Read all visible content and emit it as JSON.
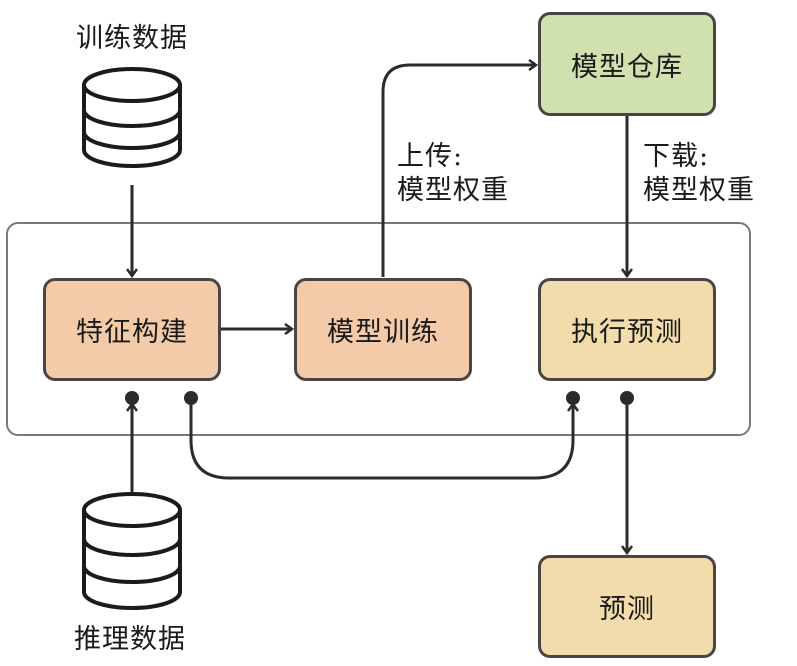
{
  "diagram": {
    "data_sources": {
      "training": "训练数据",
      "inference": "推理数据"
    },
    "nodes": {
      "feature_build": "特征构建",
      "model_training": "模型训练",
      "run_prediction": "执行预测",
      "model_registry": "模型仓库",
      "prediction": "预测"
    },
    "edge_labels": {
      "upload_line1": "上传:",
      "upload_line2": "模型权重",
      "download_line1": "下载:",
      "download_line2": "模型权重"
    },
    "colors": {
      "training_nodes": "#f3cba8",
      "prediction_nodes": "#f2dcab",
      "registry_node": "#d0e0ae",
      "stroke": "#2f2a29"
    }
  }
}
